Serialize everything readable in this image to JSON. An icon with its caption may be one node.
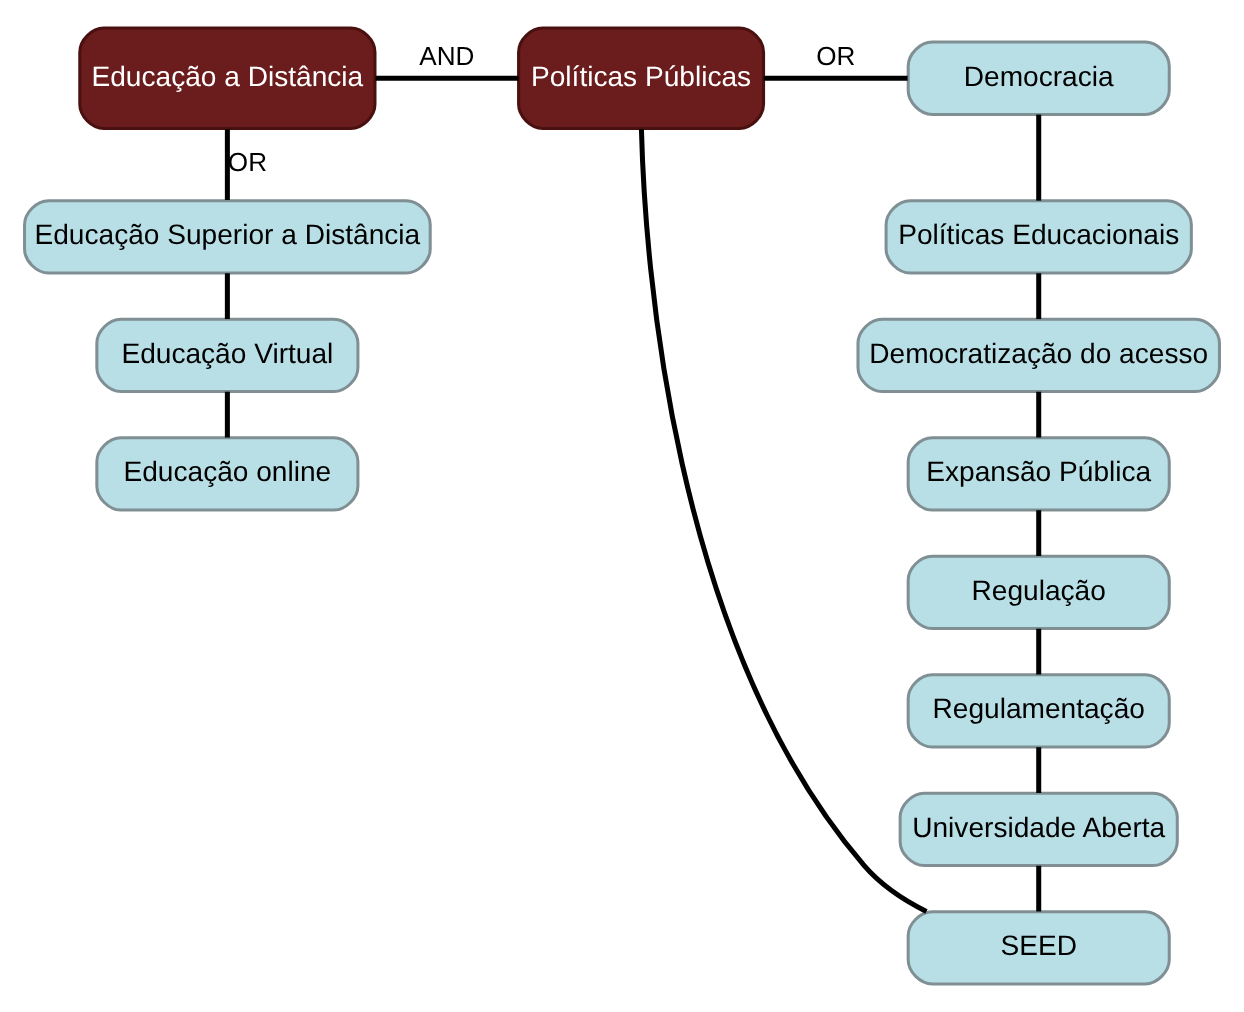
{
  "diagram": {
    "nodes": [
      {
        "text": [
          "Educação a Distância"
        ]
      },
      {
        "text": [
          "Políticas Públicas"
        ]
      },
      {
        "text": [
          "Educação Superior a Distância"
        ]
      },
      {
        "text": [
          "Educação Virtual"
        ]
      },
      {
        "text": [
          "Educação online"
        ]
      },
      {
        "text": [
          "Democracia"
        ]
      },
      {
        "text": [
          "Políticas Educacionais"
        ]
      },
      {
        "text": [
          "Democratização do acesso"
        ]
      },
      {
        "text": [
          "Expansão Pública"
        ]
      },
      {
        "text": [
          "Regulação"
        ]
      },
      {
        "text": [
          "Regulamentação"
        ]
      },
      {
        "text": [
          "Universidade Aberta"
        ]
      },
      {
        "text": [
          "SEED"
        ]
      }
    ],
    "edges": [
      {
        "from": 0,
        "to": 1,
        "arrow": "none",
        "label": "AND"
      },
      {
        "from": 0,
        "to": 2,
        "arrow": "none",
        "label": "OR"
      },
      {
        "from": 2,
        "to": 3,
        "arrow": "none"
      },
      {
        "from": 3,
        "to": 4,
        "arrow": "none"
      },
      {
        "from": 1,
        "to": 5,
        "arrow": "none",
        "label": "OR"
      },
      {
        "from": 1,
        "to": 12,
        "arrow": "none"
      },
      {
        "from": 5,
        "to": 6,
        "arrow": "none"
      },
      {
        "from": 6,
        "to": 7,
        "arrow": "none"
      },
      {
        "from": 7,
        "to": 8,
        "arrow": "none"
      },
      {
        "from": 8,
        "to": 9,
        "arrow": "none"
      },
      {
        "from": 9,
        "to": 10,
        "arrow": "none"
      },
      {
        "from": 10,
        "to": 11,
        "arrow": "none"
      },
      {
        "from": 11,
        "to": 12,
        "arrow": "none"
      }
    ]
  }
}
